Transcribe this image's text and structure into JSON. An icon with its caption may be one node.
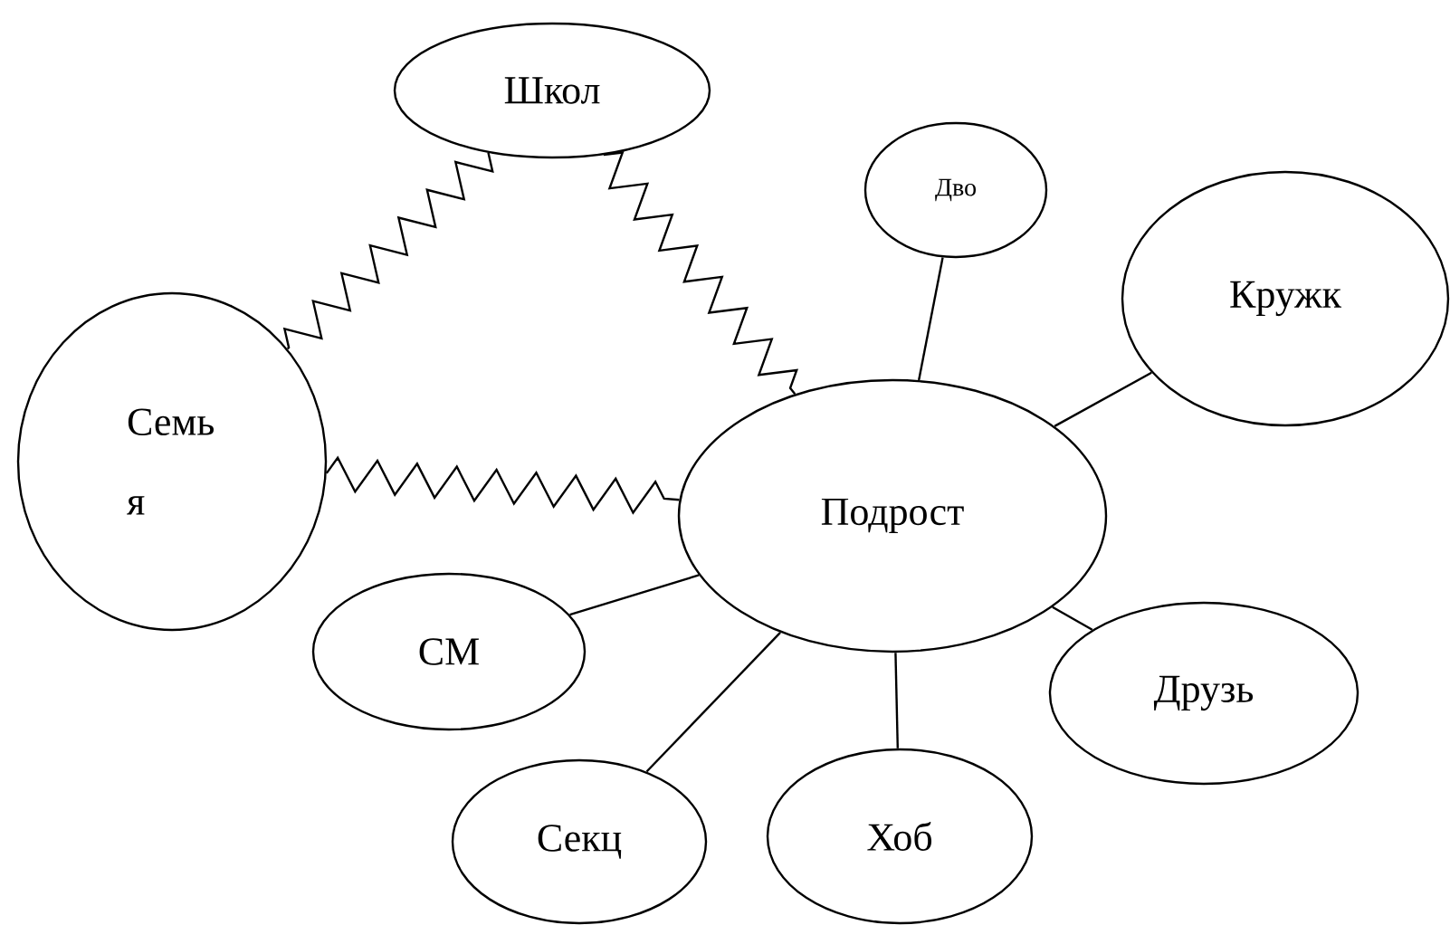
{
  "diagram": {
    "nodes": [
      {
        "text": [
          "Школ"
        ]
      },
      {
        "text": [
          "Дво"
        ]
      },
      {
        "text": [
          "Кружк"
        ]
      },
      {
        "text": [
          "Семь я"
        ]
      },
      {
        "text": [
          "Подрост"
        ]
      },
      {
        "text": [
          "СМ"
        ]
      },
      {
        "text": [
          "Друзь"
        ]
      },
      {
        "text": [
          "Секц"
        ]
      },
      {
        "text": [
          "Хоб"
        ]
      }
    ],
    "edges": [
      {
        "from": 0,
        "to": 3,
        "arrow": "none"
      },
      {
        "from": 0,
        "to": 4,
        "arrow": "none"
      },
      {
        "from": 3,
        "to": 4,
        "arrow": "none"
      },
      {
        "from": 4,
        "to": 1,
        "arrow": "none"
      },
      {
        "from": 4,
        "to": 2,
        "arrow": "none"
      },
      {
        "from": 4,
        "to": 5,
        "arrow": "none"
      },
      {
        "from": 4,
        "to": 6,
        "arrow": "none"
      },
      {
        "from": 4,
        "to": 7,
        "arrow": "none"
      },
      {
        "from": 4,
        "to": 8,
        "arrow": "none"
      }
    ]
  }
}
